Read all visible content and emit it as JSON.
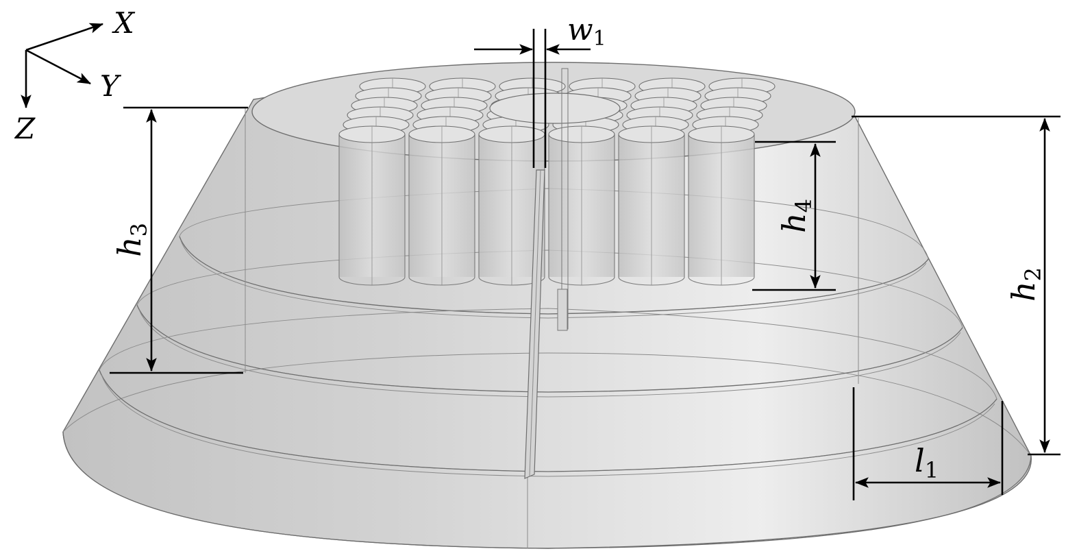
{
  "axes": {
    "x_label": "X",
    "y_label": "Y",
    "z_label": "Z"
  },
  "dimensions": {
    "w1": {
      "symbol": "w",
      "subscript": "1"
    },
    "h2": {
      "symbol": "h",
      "subscript": "2"
    },
    "h3": {
      "symbol": "h",
      "subscript": "3"
    },
    "h4": {
      "symbol": "h",
      "subscript": "4"
    },
    "l1": {
      "symbol": "l",
      "subscript": "1"
    }
  },
  "array": {
    "rows": 6,
    "cols": 6
  },
  "colors": {
    "body_fill": "#c9c9c9",
    "body_highlight": "#ececec",
    "edge": "#6d6d6d",
    "dimension": "#000000"
  }
}
